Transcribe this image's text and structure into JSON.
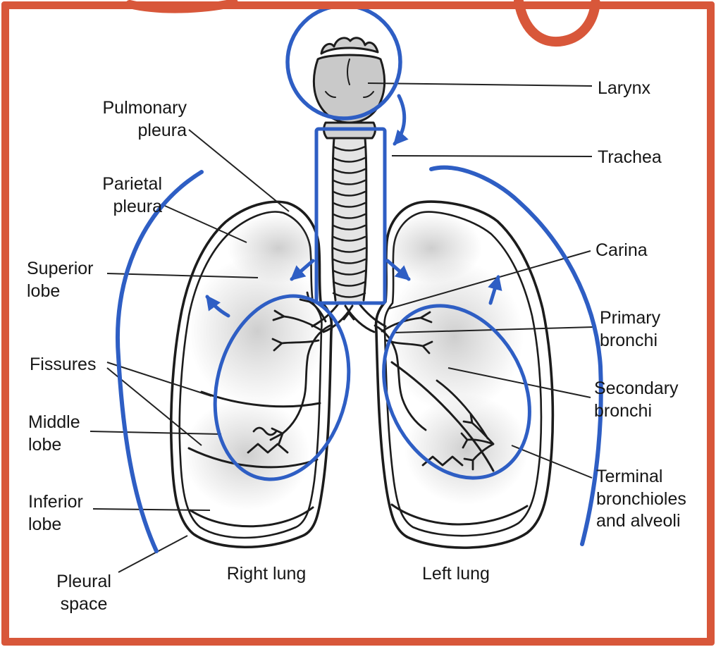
{
  "figure": {
    "type": "anatomical-diagram",
    "subject": "Lower respiratory system, anterior view of lungs with hand-drawn study annotations",
    "labels": {
      "larynx": "Larynx",
      "trachea": "Trachea",
      "carina": "Carina",
      "primary_bronchi": "Primary\nbronchi",
      "secondary_bronchi": "Secondary\nbronchi",
      "terminal_bronchioles": "Terminal\nbronchioles\nand alveoli",
      "pulmonary_pleura": "Pulmonary\npleura",
      "parietal_pleura": "Parietal\npleura",
      "superior_lobe": "Superior\nlobe",
      "fissures": "Fissures",
      "middle_lobe": "Middle\nlobe",
      "inferior_lobe": "Inferior\nlobe",
      "pleural_space": "Pleural\nspace",
      "right_lung": "Right lung",
      "left_lung": "Left lung"
    },
    "colors": {
      "frame_orange": "#d8573a",
      "annotation_blue": "#2e5ec4",
      "ink": "#1c1c1c"
    },
    "annotations": [
      "circle-around-larynx",
      "rectangle-around-trachea",
      "oval-around-right-bronchial-tree",
      "oval-around-left-bronchial-tree",
      "arrow-larynx-to-trachea",
      "arrow-into-right-bronchus",
      "arrow-into-left-bronchus",
      "arrow-up-right-lung",
      "arrow-up-left-lung",
      "brace-along-right-lung",
      "brace-along-left-lung"
    ]
  }
}
